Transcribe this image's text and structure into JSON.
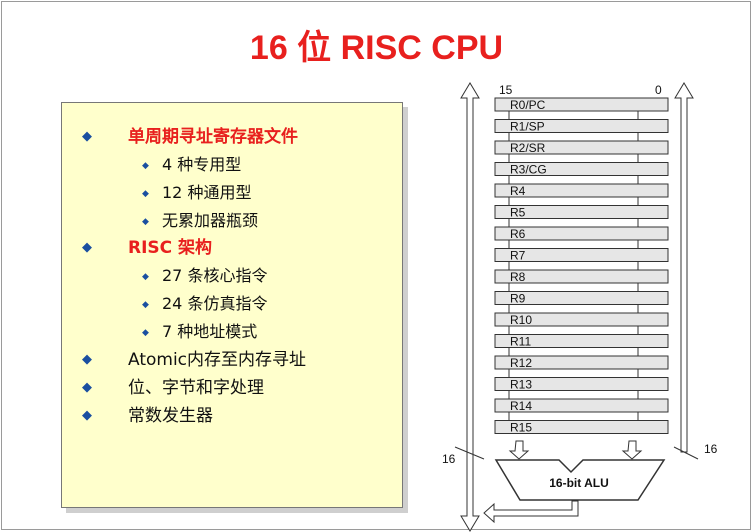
{
  "slide": {
    "title": "16 位 RISC CPU"
  },
  "features": [
    {
      "text": "单周期寻址寄存器文件",
      "highlight": true,
      "level": 1
    },
    {
      "text": "4 种专用型",
      "highlight": false,
      "level": 2
    },
    {
      "text": "12 种通用型",
      "highlight": false,
      "level": 2
    },
    {
      "text": "无累加器瓶颈",
      "highlight": false,
      "level": 2
    },
    {
      "text": "RISC 架构",
      "highlight": true,
      "level": 1
    },
    {
      "text": "27 条核心指令",
      "highlight": false,
      "level": 2
    },
    {
      "text": "24 条仿真指令",
      "highlight": false,
      "level": 2
    },
    {
      "text": "7 种地址模式",
      "highlight": false,
      "level": 2
    },
    {
      "text": "Atomic内存至内存寻址",
      "highlight": false,
      "level": 1
    },
    {
      "text": "位、字节和字处理",
      "highlight": false,
      "level": 1
    },
    {
      "text": "常数发生器",
      "highlight": false,
      "level": 1
    }
  ],
  "diagram": {
    "msb_label": "15",
    "lsb_label": "0",
    "registers": [
      "R0/PC",
      "R1/SP",
      "R2/SR",
      "R3/CG",
      "R4",
      "R5",
      "R6",
      "R7",
      "R8",
      "R9",
      "R10",
      "R11",
      "R12",
      "R13",
      "R14",
      "R15"
    ],
    "bus_width_left": "16",
    "bus_width_right": "16",
    "alu_label": "16-bit ALU"
  },
  "colors": {
    "title": "#e8201e",
    "highlight": "#e8201e",
    "bullet": "#1a4fa0",
    "panel_bg": "#ffffcc",
    "register_fill": "#e6e6e6"
  }
}
